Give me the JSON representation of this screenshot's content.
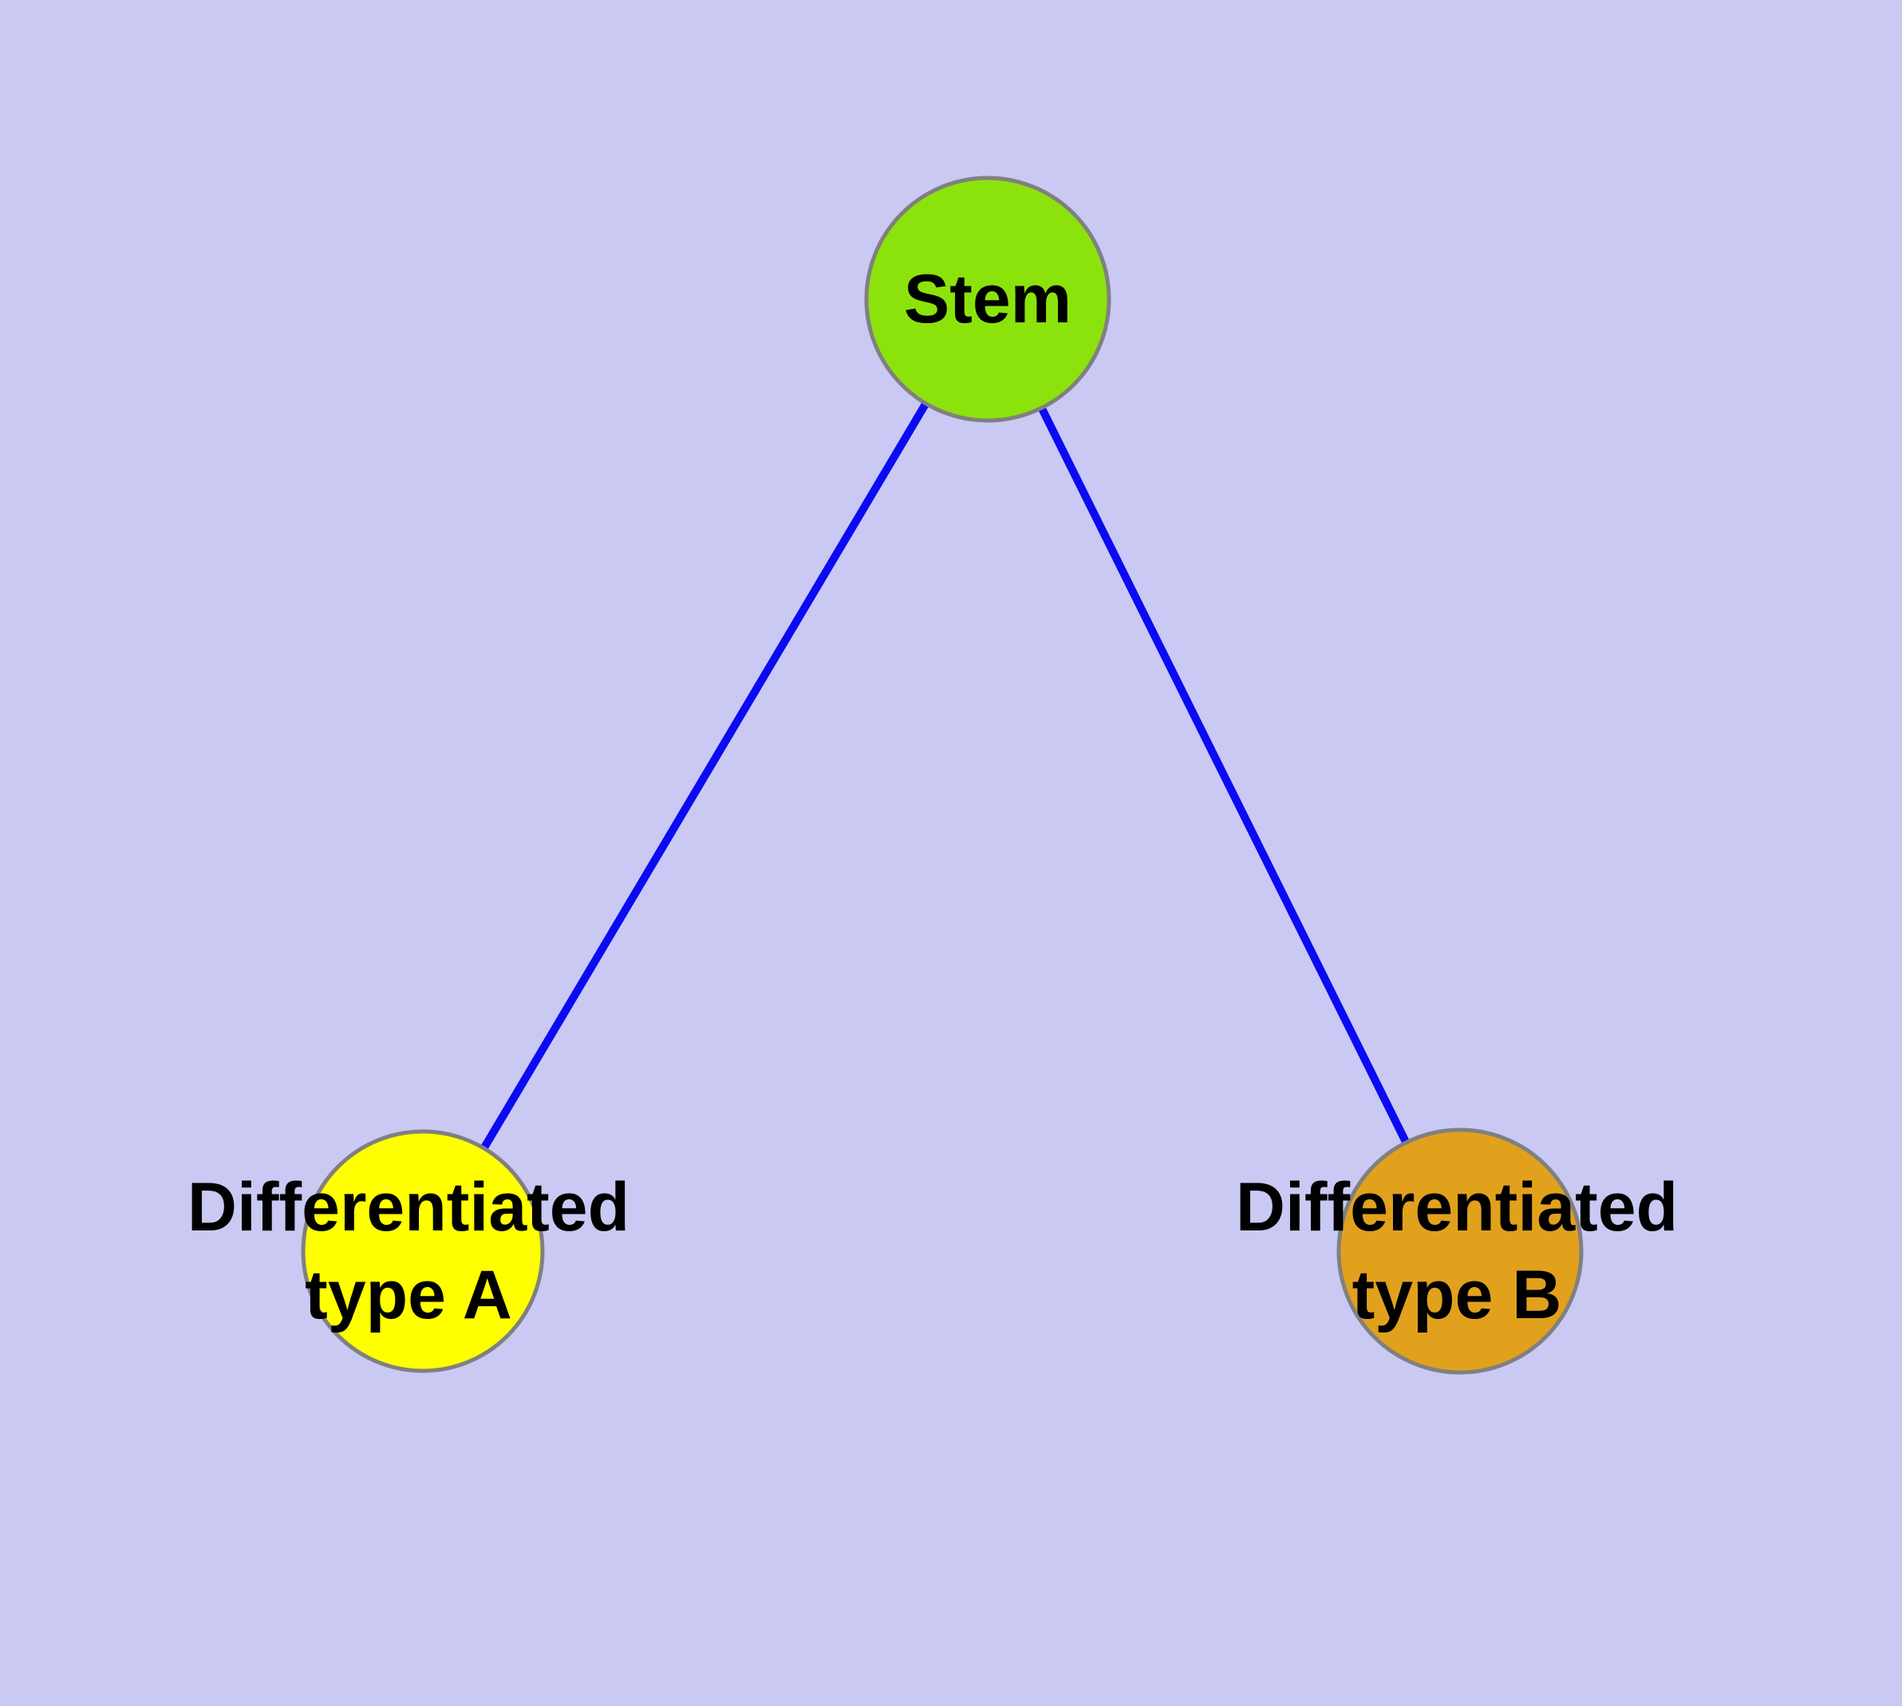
{
  "diagram": {
    "background_color": "#c9c9f4",
    "edge_color": "#0b0bf2",
    "node_border_color": "#808080",
    "label_color": "#000000",
    "nodes": [
      {
        "id": "stem",
        "label": "Stem",
        "fill": "#8ce30b"
      },
      {
        "id": "differentiated-type-a",
        "label_lines": [
          "Differentiated",
          "type A"
        ],
        "fill": "#ffff00"
      },
      {
        "id": "differentiated-type-b",
        "label_lines": [
          "Differentiated",
          "type B"
        ],
        "fill": "#e2a11c"
      }
    ],
    "edges": [
      {
        "from": "stem",
        "to": "differentiated-type-a"
      },
      {
        "from": "stem",
        "to": "differentiated-type-b"
      }
    ]
  }
}
